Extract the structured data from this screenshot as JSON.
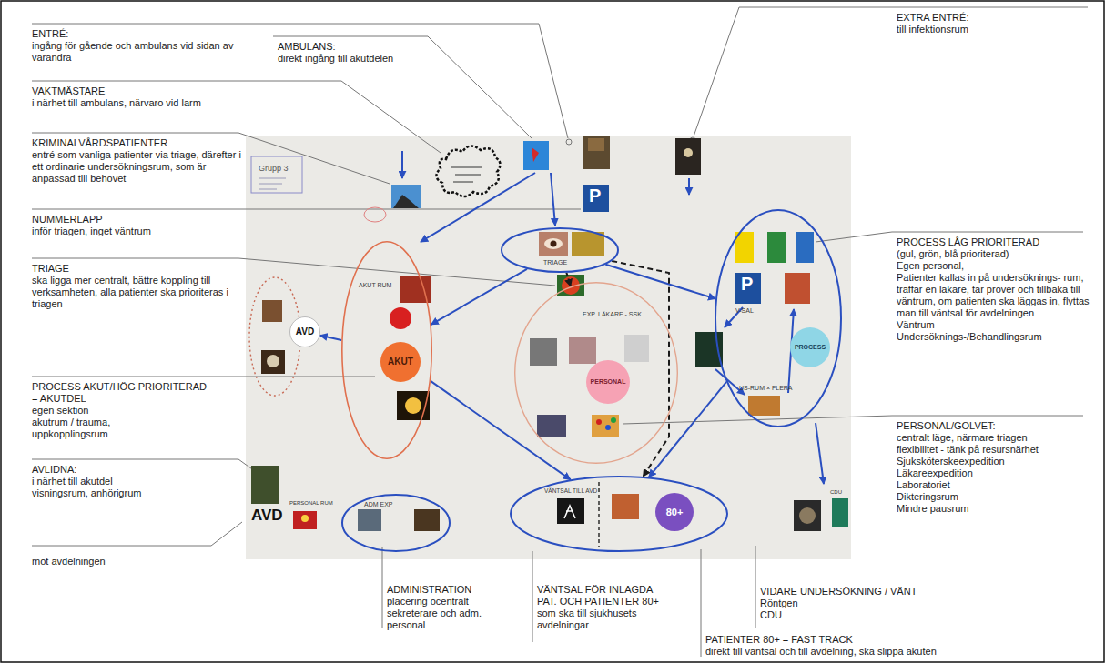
{
  "diagram": {
    "nodes": [
      {
        "text": [
          "AKUT RUM"
        ]
      },
      {
        "text": [
          "AKUT"
        ],
        "in": 0
      },
      {
        "text": [
          "AVD"
        ]
      },
      {
        "text": [
          "TRIAGE"
        ]
      },
      {
        "text": [
          "EXP. LÄKARE - SSK"
        ]
      },
      {
        "text": [
          "PERSONAL"
        ],
        "in": 4
      },
      {
        "text": [
          "V-SAL",
          "US-RUM × FLERA"
        ]
      },
      {
        "text": [
          "PROCESS"
        ],
        "in": 6
      },
      {
        "text": [
          "VÄNTSAL TILL AVD"
        ]
      },
      {
        "text": [
          "80+"
        ],
        "in": 8
      },
      {
        "text": [
          "ADM EXP"
        ]
      }
    ],
    "edges": [
      {
        "from": 3,
        "to": 0,
        "arrow": "to"
      },
      {
        "from": 3,
        "to": 6,
        "arrow": "to"
      },
      {
        "from": 0,
        "to": 2,
        "arrow": "to"
      },
      {
        "from": 0,
        "to": 8,
        "arrow": "to"
      },
      {
        "from": 6,
        "to": 8,
        "arrow": "to"
      },
      {
        "from": 3,
        "to": 8,
        "arrow": "to"
      },
      {
        "from": 3,
        "to": 4,
        "arrow": "to"
      }
    ],
    "labels": [
      "ENTRÉ:",
      "ingång för gående och ambulans vid sidan av varandra",
      "AMBULANS:",
      "direkt ingång till akutdelen",
      "EXTRA ENTRÉ:",
      "till infektionsrum",
      "VAKTMÄSTARE",
      "i närhet till ambulans, närvaro vid larm",
      "KRIMINALVÅRDSPATIENTER",
      "entré som vanliga patienter via triage, därefter i ett ordinarie undersökningsrum, som är anpassad till behovet",
      "NUMMERLAPP",
      "inför triagen, inget väntrum",
      "TRIAGE",
      "ska ligga mer centralt, bättre koppling till verksamheten, alla patienter ska prioriteras i triagen",
      "PROCESS AKUT/HÖG PRIORITERAD = AKUTDEL",
      "egen sektion akutrum / trauma, uppkopplingsrum",
      "AVLIDNA:",
      "i närhet till akutdel visningsrum, anhörigrum",
      "mot avdelningen",
      "PROCESS LÅG PRIORITERAD",
      "(gul, grön, blå prioriterad)",
      "Egen personal,",
      "Patienter kallas in på undersöknings- rum, träffar en läkare, tar prover och tillbaka till väntrum, om patienten ska läggas in, flyttas man till väntsal för avdelningen",
      "Väntrum",
      "Undersöknings-/Behandlingsrum",
      "PERSONAL/GOLVET:",
      "centralt läge, närmare triagen",
      "flexibilitet - tänk på resursnärhet",
      "Sjuksköterskeexpedition",
      "Läkareexpedition",
      "Laboratoriet",
      "Dikteringsrum",
      "Mindre pausrum",
      "ADMINISTRATION",
      "placering ocentralt sekreterare och adm. personal",
      "VÄNTSAL FÖR INLAGDA PAT. OCH PATIENTER 80+",
      "som ska till sjukhusets avdelningar",
      "VIDARE UNDERSÖKNING / VÄNT",
      "Röntgen",
      "CDU",
      "PATIENTER 80+ = FAST TRACK",
      "direkt till väntsal och till avdelning, ska slippa akuten",
      "Grupp 3",
      "P",
      "P",
      "AVD",
      "PERSONAL RUM",
      "CDU"
    ]
  }
}
